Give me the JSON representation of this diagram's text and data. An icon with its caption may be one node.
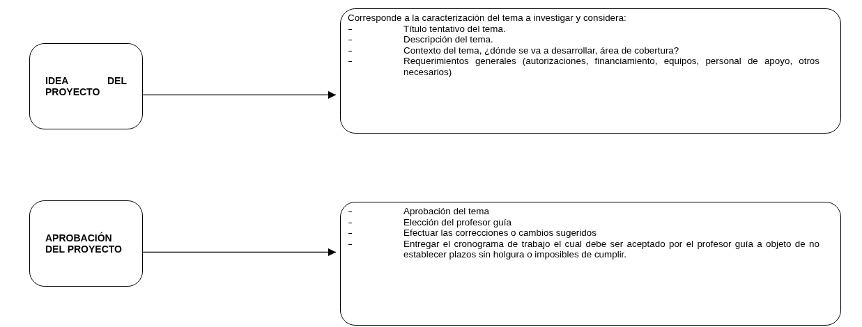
{
  "diagram": {
    "nodes": [
      {
        "text": [
          "IDEA DEL PROYECTO"
        ]
      },
      {
        "text": [
          "Corresponde a la caracterización del tema a investigar y considera:",
          "Título tentativo del tema.",
          "Descripción del tema.",
          "Contexto del tema, ¿dónde se va a desarrollar, área de cobertura?",
          "Requerimientos generales (autorizaciones, financiamiento, equipos, personal de apoyo, otros necesarios)"
        ]
      },
      {
        "text": [
          "APROBACIÓN DEL PROYECTO"
        ]
      },
      {
        "text": [
          "Aprobación del tema",
          "Elección del profesor guía",
          "Efectuar las correcciones o cambios sugeridos",
          "Entregar el cronograma de trabajo el cual debe ser aceptado por el profesor guía a objeto de no establecer plazos sin holgura o imposibles de cumplir."
        ]
      }
    ],
    "edges": [
      {
        "from": 0,
        "to": 1,
        "arrow": "to"
      },
      {
        "from": 2,
        "to": 3,
        "arrow": "to"
      }
    ]
  }
}
